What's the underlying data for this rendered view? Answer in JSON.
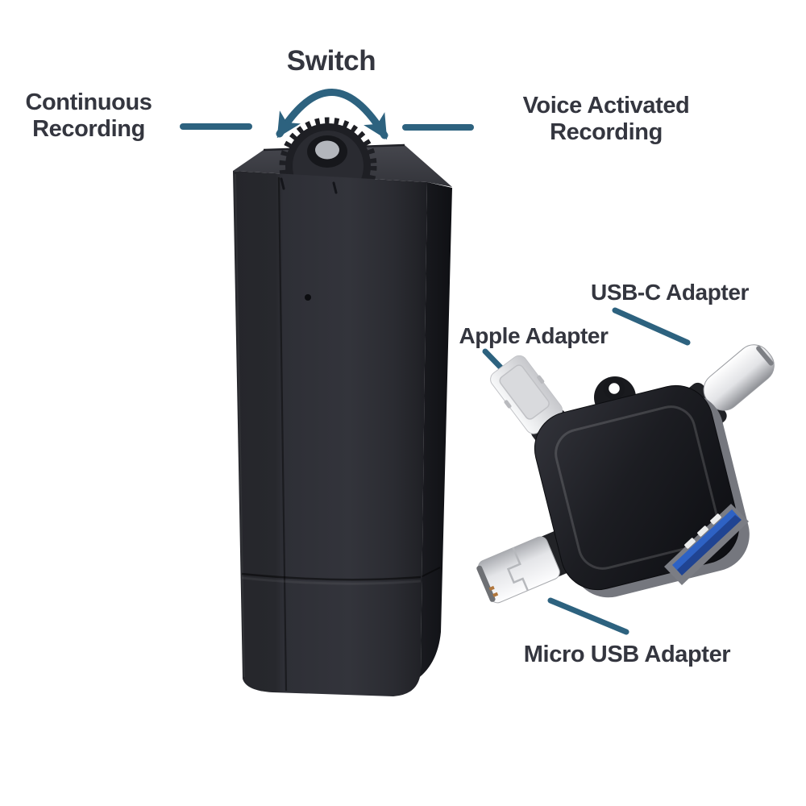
{
  "colors": {
    "background": "#ffffff",
    "accent_line": "#2d627f",
    "label_text": "#34363f",
    "usb_port_blue": "#2e62c4",
    "device_body_black": "#2e2f36",
    "adapter_body_black": "#17181c"
  },
  "annotations": {
    "switch_label": "Switch",
    "continuous_recording_label": "Continuous Recording",
    "voice_activated_label": "Voice Activated Recording",
    "apple_adapter_label": "Apple Adapter",
    "usbc_adapter_label": "USB-C Adapter",
    "micro_usb_adapter_label": "Micro USB Adapter"
  },
  "graphics": {
    "recorder_device": "black-usb-voice-recorder",
    "switch_knob": "knurled-rotary-switch-wheel",
    "rotation_arrow": "curved-double-headed-arrow",
    "adapter_device": "three-in-one-otg-adapter",
    "connectors": [
      "lightning-connector",
      "usb-c-connector",
      "micro-usb-connector",
      "usb-a-port"
    ]
  }
}
